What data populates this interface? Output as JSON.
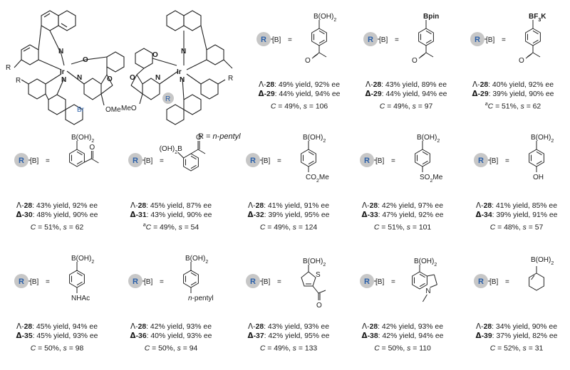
{
  "catalysts": {
    "r_note_prefix": "R = ",
    "r_note_value": "n-pentyl",
    "atom_Ir": "Ir",
    "atom_N": "N",
    "atom_O": "O",
    "atom_Br": "Br",
    "atom_OMe": "OMe",
    "atom_MeO": "MeO",
    "atom_R": "R"
  },
  "legend": {
    "R": "R",
    "B": "[B]",
    "eq": "="
  },
  "panels": [
    {
      "id": "p1",
      "boron": "B(OH)2",
      "substituent": "acetyl (para)",
      "l1": {
        "sym": "Λ",
        "num": "28",
        "text": ": 49% yield, 92% ee"
      },
      "l2": {
        "sym": "Δ",
        "num": "29",
        "text": ": 44% yield, 94% ee"
      },
      "conv": "49%",
      "s": "106",
      "note": ""
    },
    {
      "id": "p2",
      "boron": "Bpin",
      "substituent": "acetyl (para)",
      "l1": {
        "sym": "Λ",
        "num": "28",
        "text": ": 43% yield, 89% ee"
      },
      "l2": {
        "sym": "Δ",
        "num": "29",
        "text": ": 44% yield, 94% ee"
      },
      "conv": "49%",
      "s": "97",
      "note": ""
    },
    {
      "id": "p3",
      "boron": "BF3K",
      "substituent": "acetyl (para)",
      "l1": {
        "sym": "Λ",
        "num": "28",
        "text": ": 40% yield, 92% ee"
      },
      "l2": {
        "sym": "Δ",
        "num": "29",
        "text": ": 39% yield, 90% ee"
      },
      "conv": "51%",
      "s": "62",
      "note": "a"
    },
    {
      "id": "p4",
      "boron": "B(OH)2",
      "substituent": "acetyl (meta)",
      "l1": {
        "sym": "Λ",
        "num": "28",
        "text": ": 43% yield, 92% ee"
      },
      "l2": {
        "sym": "Δ",
        "num": "30",
        "text": ": 48% yield, 90% ee"
      },
      "conv": "51%",
      "s": "62",
      "note": ""
    },
    {
      "id": "p5",
      "boron": "(OH)2B",
      "substituent": "acetyl (ortho)",
      "l1": {
        "sym": "Λ",
        "num": "28",
        "text": ": 45% yield, 87% ee"
      },
      "l2": {
        "sym": "Δ",
        "num": "31",
        "text": ": 43% yield, 90% ee"
      },
      "conv": "49%",
      "s": "54",
      "note": "a"
    },
    {
      "id": "p6",
      "boron": "B(OH)2",
      "substituent": "CO2Me",
      "l1": {
        "sym": "Λ",
        "num": "28",
        "text": ": 41% yield, 91% ee"
      },
      "l2": {
        "sym": "Δ",
        "num": "32",
        "text": ": 39% yield, 95% ee"
      },
      "conv": "49%",
      "s": "124",
      "note": ""
    },
    {
      "id": "p7",
      "boron": "B(OH)2",
      "substituent": "SO2Me",
      "l1": {
        "sym": "Λ",
        "num": "28",
        "text": ": 42% yield, 97% ee"
      },
      "l2": {
        "sym": "Δ",
        "num": "33",
        "text": ": 47% yield, 92% ee"
      },
      "conv": "51%",
      "s": "101",
      "note": ""
    },
    {
      "id": "p8",
      "boron": "B(OH)2",
      "substituent": "OH",
      "l1": {
        "sym": "Λ",
        "num": "28",
        "text": ": 41% yield, 85% ee"
      },
      "l2": {
        "sym": "Δ",
        "num": "34",
        "text": ": 39% yield, 91% ee"
      },
      "conv": "48%",
      "s": "57",
      "note": ""
    },
    {
      "id": "p9",
      "boron": "B(OH)2",
      "substituent": "NHAc",
      "l1": {
        "sym": "Λ",
        "num": "28",
        "text": ": 45% yield, 94% ee"
      },
      "l2": {
        "sym": "Δ",
        "num": "35",
        "text": ": 45% yield, 93% ee"
      },
      "conv": "50%",
      "s": "98",
      "note": ""
    },
    {
      "id": "p10",
      "boron": "B(OH)2",
      "substituent": "n-pentyl",
      "l1": {
        "sym": "Λ",
        "num": "28",
        "text": ": 42% yield, 93% ee"
      },
      "l2": {
        "sym": "Δ",
        "num": "36",
        "text": ": 40% yield, 93% ee"
      },
      "conv": "50%",
      "s": "94",
      "note": ""
    },
    {
      "id": "p11",
      "boron": "B(OH)2",
      "substituent": "thiophene acetyl",
      "l1": {
        "sym": "Λ",
        "num": "28",
        "text": ": 43% yield, 93% ee"
      },
      "l2": {
        "sym": "Δ",
        "num": "37",
        "text": ": 42% yield, 95% ee"
      },
      "conv": " 49%",
      "s": " 133",
      "note": ""
    },
    {
      "id": "p12",
      "boron": "B(OH)2",
      "substituent": "N-methylindole",
      "l1": {
        "sym": "Λ",
        "num": "28",
        "text": ": 42% yield, 93% ee"
      },
      "l2": {
        "sym": "Δ",
        "num": "38",
        "text": ": 42% yield, 94% ee"
      },
      "conv": "50%",
      "s": "110",
      "note": ""
    },
    {
      "id": "p13",
      "boron": "B(OH)2",
      "substituent": "cyclohexenyl",
      "l1": {
        "sym": "Λ",
        "num": "28",
        "text": ": 34% yield, 90% ee"
      },
      "l2": {
        "sym": "Δ",
        "num": "39",
        "text": ": 37% yield, 82% ee"
      },
      "conv": "52%",
      "s": "31",
      "note": ""
    }
  ],
  "labels": {
    "C": "C",
    "s": "s",
    "eq_sep": " = ",
    "comma": ", ",
    "sub_BOH2_main": "B(OH)",
    "sub_2": "2",
    "sub_OH2_left": "(OH)",
    "sub_B": "B",
    "Bpin": "Bpin",
    "BF3K_a": "BF",
    "BF3K_3": "3",
    "BF3K_b": "K",
    "O": "O",
    "CO2Me_a": "CO",
    "CO2Me_2": "2",
    "CO2Me_b": "Me",
    "SO2Me_a": "SO",
    "SO2Me_2": "2",
    "SO2Me_b": "Me",
    "OH": "OH",
    "NHAc": "NHAc",
    "npentyl_n": "n",
    "npentyl_rest": "-pentyl",
    "S": "S",
    "N": "N"
  }
}
